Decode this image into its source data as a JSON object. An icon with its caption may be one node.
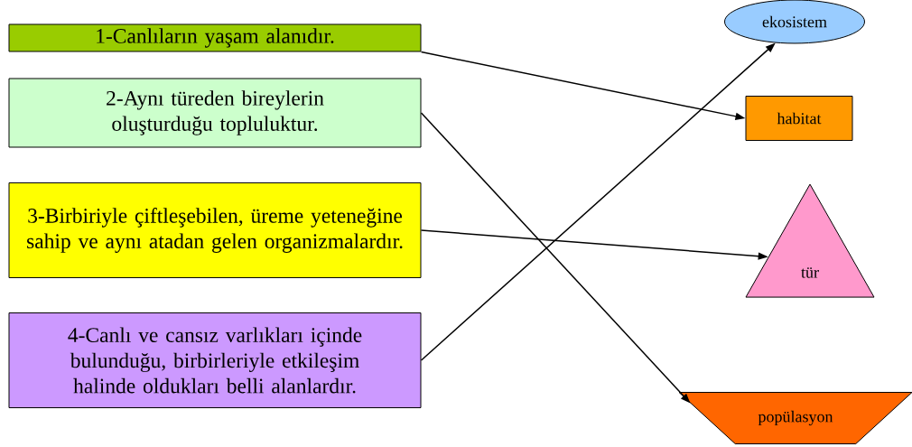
{
  "diagram": {
    "nodes": [
      {
        "text": [
          "1-Canlıların yaşam alanıdır."
        ]
      },
      {
        "text": [
          "2-Aynı türeden bireylerin oluşturduğu topluluktur."
        ]
      },
      {
        "text": [
          "3-Birbiriyle çiftleşebilen, üreme yeteneğine sahip ve aynı atadan gelen organizmalardır."
        ]
      },
      {
        "text": [
          "4-Canlı ve cansız varlıkları içinde bulunduğu, birbirleriyle etkileşim halinde oldukları belli alanlardır."
        ]
      },
      {
        "text": [
          "ekosistem"
        ]
      },
      {
        "text": [
          "habitat"
        ]
      },
      {
        "text": [
          "tür"
        ]
      },
      {
        "text": [
          "popülasyon"
        ]
      }
    ],
    "edges": [
      {
        "from": 0,
        "to": 5,
        "arrow": "to"
      },
      {
        "from": 1,
        "to": 7,
        "arrow": "to"
      },
      {
        "from": 2,
        "to": 6,
        "arrow": "to"
      },
      {
        "from": 3,
        "to": 4,
        "arrow": "to"
      }
    ]
  }
}
